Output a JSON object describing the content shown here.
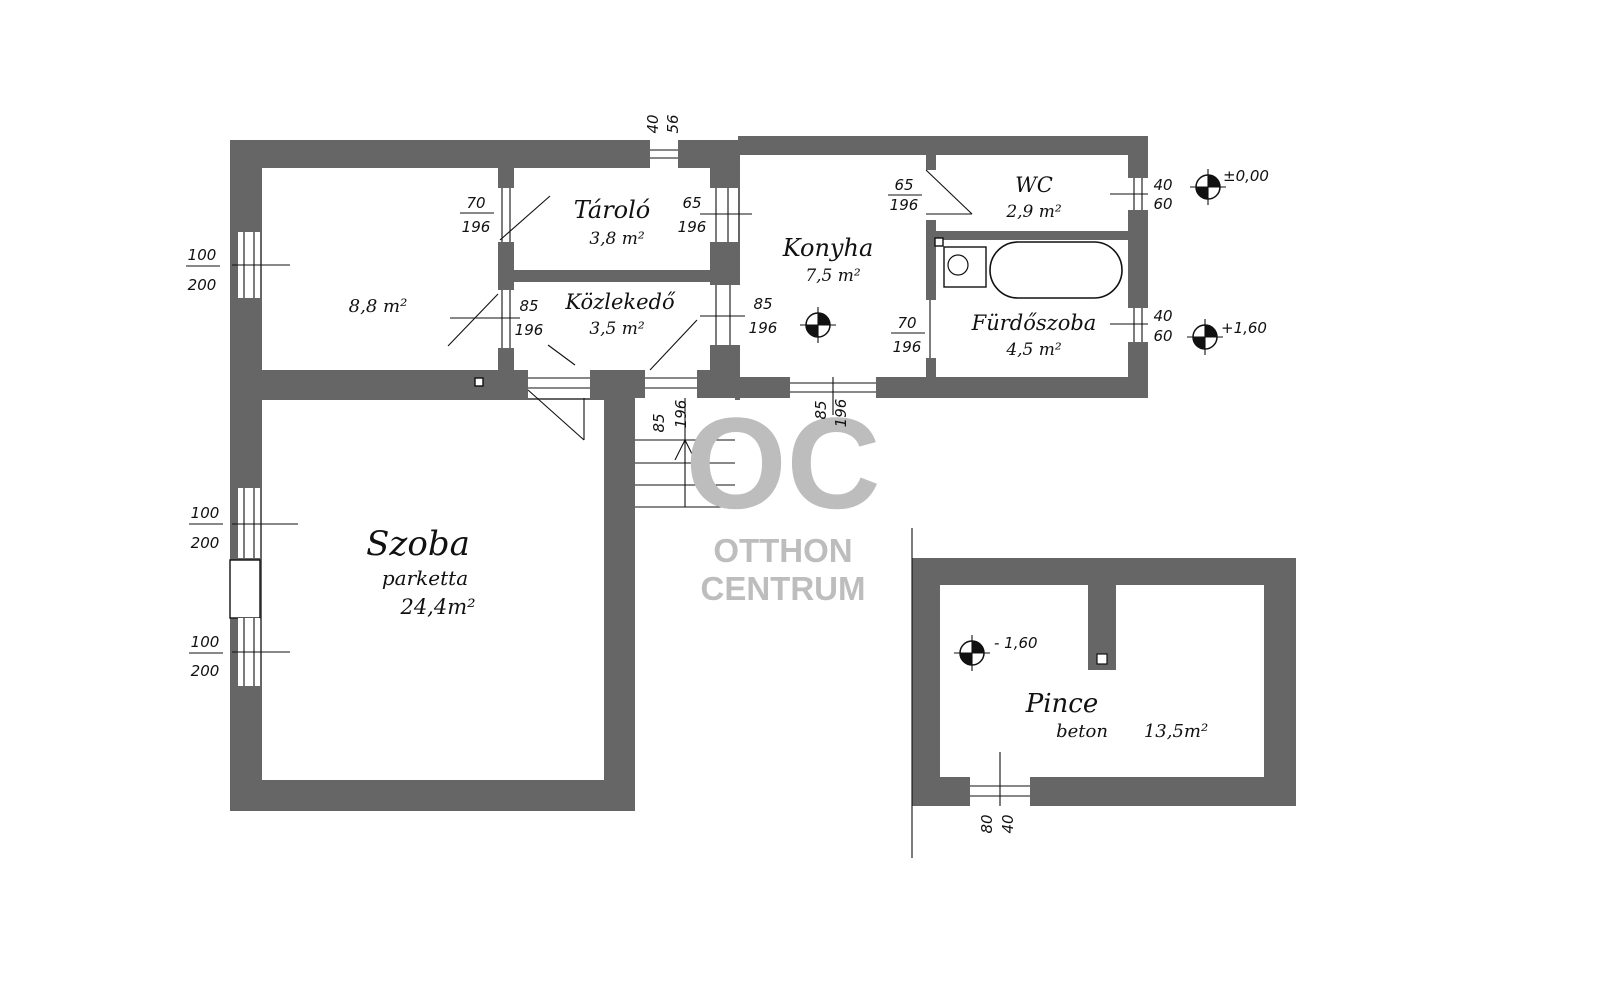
{
  "rooms": {
    "szoba": {
      "name": "Szoba",
      "floor": "parketta",
      "area": "24,4m²"
    },
    "room_unnamed": {
      "area": "8,8 m²"
    },
    "tarolo": {
      "name": "Tároló",
      "area": "3,8 m²"
    },
    "kozlekedo": {
      "name": "Közlekedő",
      "area": "3,5 m²"
    },
    "konyha": {
      "name": "Konyha",
      "area": "7,5 m²"
    },
    "wc": {
      "name": "WC",
      "area": "2,9 m²"
    },
    "furdoszoba": {
      "name": "Fürdőszoba",
      "area": "4,5 m²"
    },
    "pince": {
      "name": "Pince",
      "floor": "beton",
      "area": "13,5m²"
    }
  },
  "openings": {
    "chimney": {
      "a": "40",
      "b": "56"
    },
    "win_room_left": {
      "w": "100",
      "h": "200"
    },
    "door_room_tarolo": {
      "w": "70",
      "h": "196"
    },
    "door_tarolo_right": {
      "w": "65",
      "h": "196"
    },
    "door_kozl_left": {
      "w": "85",
      "h": "196"
    },
    "door_kozl_right": {
      "w": "85",
      "h": "196"
    },
    "door_konyha_wc": {
      "w": "65",
      "h": "196"
    },
    "door_konyha_furdo": {
      "w": "70",
      "h": "196"
    },
    "win_wc": {
      "w": "40",
      "h": "60"
    },
    "win_furdo": {
      "w": "40",
      "h": "60"
    },
    "door_stair": {
      "w": "85",
      "h": "196"
    },
    "door_konyha_bottom": {
      "w": "85",
      "h": "196"
    },
    "win_szoba_top": {
      "w": "100",
      "h": "200"
    },
    "win_szoba_bottom": {
      "w": "100",
      "h": "200"
    },
    "pince_window": {
      "a": "80",
      "b": "40"
    }
  },
  "levels": {
    "top": "±0,00",
    "mid": "+1,60",
    "pince": "- 1,60"
  },
  "watermark": {
    "logo": "OC",
    "line1": "OTTHON",
    "line2": "CENTRUM"
  },
  "colors": {
    "wall": "#666666",
    "watermark": "#bdbdbd"
  }
}
